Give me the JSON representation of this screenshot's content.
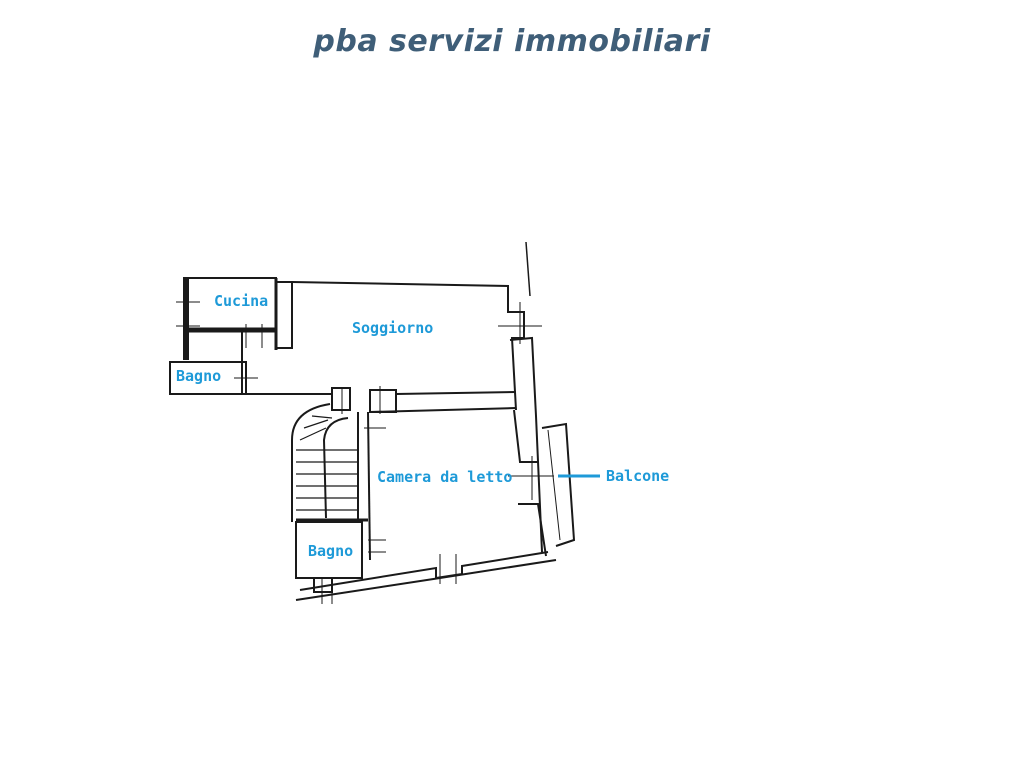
{
  "header": {
    "brand": "pba servizi immobiliari"
  },
  "rooms": {
    "cucina": "Cucina",
    "soggiorno": "Soggiorno",
    "bagno_1": "Bagno",
    "camera": "Camera da letto",
    "bagno_2": "Bagno",
    "balcone": "Balcone"
  },
  "colors": {
    "brand": "#3f5e78",
    "label": "#1e9ad8",
    "wall": "#1a1a1a"
  }
}
